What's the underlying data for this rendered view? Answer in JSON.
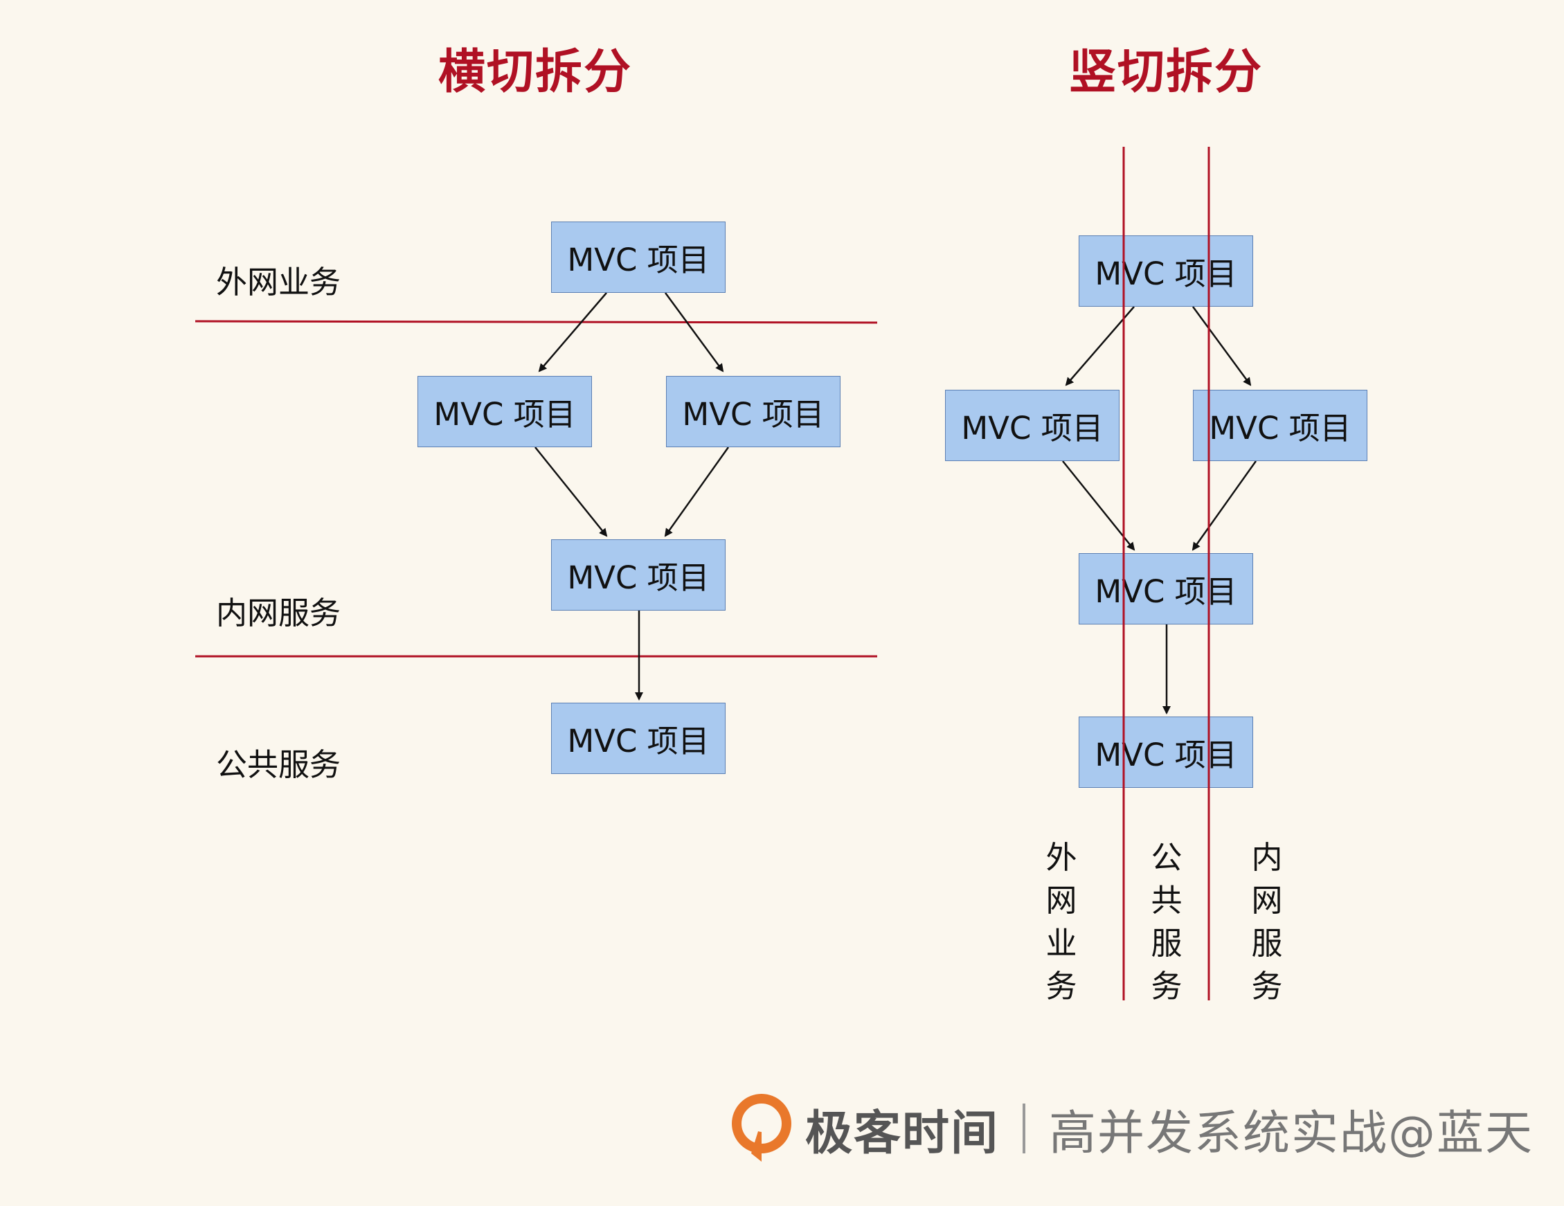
{
  "left_panel": {
    "title": "横切拆分",
    "layers": [
      "外网业务",
      "内网服务",
      "公共服务"
    ],
    "box_label": "MVC 项目"
  },
  "right_panel": {
    "title": "竖切拆分",
    "box_label": "MVC 项目",
    "columns": [
      [
        "外",
        "网",
        "业",
        "务"
      ],
      [
        "公",
        "共",
        "服",
        "务"
      ],
      [
        "内",
        "网",
        "服",
        "务"
      ]
    ]
  },
  "footer": {
    "brand": "极客时间",
    "course": "高并发系统实战@蓝天"
  },
  "colors": {
    "title": "#b01124",
    "divider": "#b01124",
    "box_fill": "#a9c9ef",
    "box_border": "#5b7fb3",
    "background": "#fbf7ee",
    "logo": "#e9782b"
  }
}
